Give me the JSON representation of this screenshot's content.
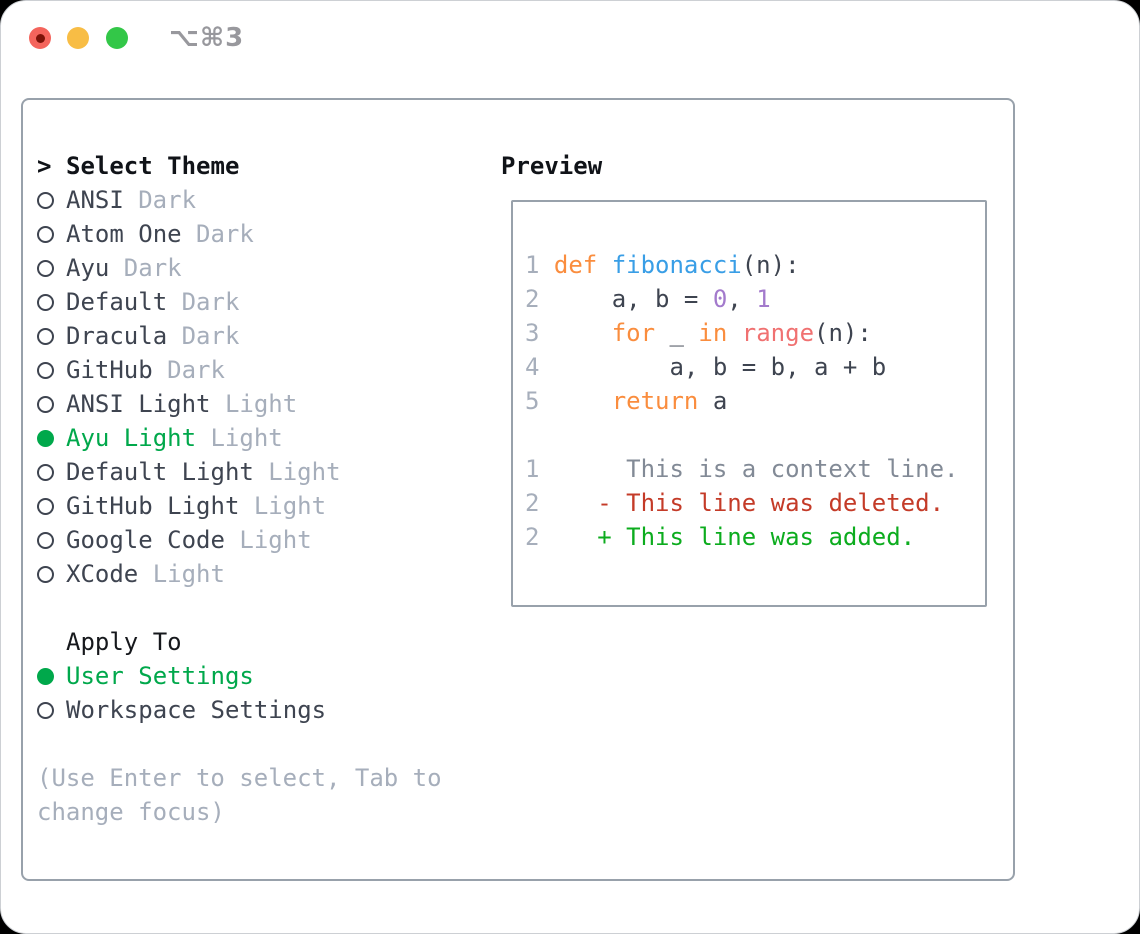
{
  "window": {
    "title": "⌥⌘3"
  },
  "theme_list": {
    "prompt": ">",
    "header": "Select Theme",
    "items": [
      {
        "name": "ANSI",
        "tag": "Dark",
        "selected": false
      },
      {
        "name": "Atom One",
        "tag": "Dark",
        "selected": false
      },
      {
        "name": "Ayu",
        "tag": "Dark",
        "selected": false
      },
      {
        "name": "Default",
        "tag": "Dark",
        "selected": false
      },
      {
        "name": "Dracula",
        "tag": "Dark",
        "selected": false
      },
      {
        "name": "GitHub",
        "tag": "Dark",
        "selected": false
      },
      {
        "name": "ANSI Light",
        "tag": "Light",
        "selected": false
      },
      {
        "name": "Ayu Light",
        "tag": "Light",
        "selected": true
      },
      {
        "name": "Default Light",
        "tag": "Light",
        "selected": false
      },
      {
        "name": "GitHub Light",
        "tag": "Light",
        "selected": false
      },
      {
        "name": "Google Code",
        "tag": "Light",
        "selected": false
      },
      {
        "name": "XCode",
        "tag": "Light",
        "selected": false
      }
    ]
  },
  "apply_to": {
    "header": "Apply To",
    "options": [
      {
        "label": "User Settings",
        "selected": true
      },
      {
        "label": "Workspace Settings",
        "selected": false
      }
    ]
  },
  "hint": "(Use Enter to select, Tab to change focus)",
  "preview": {
    "header": "Preview",
    "lines": [
      {
        "num": "1",
        "tokens": [
          {
            "text": "def ",
            "style": "kw"
          },
          {
            "text": "fibonacci",
            "style": "fn"
          },
          {
            "text": "(n):",
            "style": "pl"
          }
        ]
      },
      {
        "num": "2",
        "tokens": [
          {
            "text": "    a, b = ",
            "style": "pl"
          },
          {
            "text": "0",
            "style": "cn"
          },
          {
            "text": ", ",
            "style": "pl"
          },
          {
            "text": "1",
            "style": "cn"
          }
        ]
      },
      {
        "num": "3",
        "tokens": [
          {
            "text": "    ",
            "style": "pl"
          },
          {
            "text": "for",
            "style": "kw"
          },
          {
            "text": " _ ",
            "style": "pl"
          },
          {
            "text": "in",
            "style": "kw"
          },
          {
            "text": " ",
            "style": "pl"
          },
          {
            "text": "range",
            "style": "mk"
          },
          {
            "text": "(n):",
            "style": "pl"
          }
        ]
      },
      {
        "num": "4",
        "tokens": [
          {
            "text": "        a, b = b, a + b",
            "style": "pl"
          }
        ]
      },
      {
        "num": "5",
        "tokens": [
          {
            "text": "    ",
            "style": "pl"
          },
          {
            "text": "return",
            "style": "kw"
          },
          {
            "text": " a",
            "style": "pl"
          }
        ]
      },
      {
        "num": "",
        "tokens": []
      },
      {
        "num": "1",
        "tokens": [
          {
            "text": "     ",
            "style": "pl"
          },
          {
            "text": "This is a context line.",
            "style": "ctx"
          }
        ]
      },
      {
        "num": "2",
        "tokens": [
          {
            "text": "   ",
            "style": "pl"
          },
          {
            "text": "- This line was deleted.",
            "style": "del"
          }
        ]
      },
      {
        "num": "2",
        "tokens": [
          {
            "text": "   ",
            "style": "pl"
          },
          {
            "text": "+ This line was added.",
            "style": "add"
          }
        ]
      }
    ]
  },
  "colors": {
    "accent_green": "#00a84b",
    "diff_added": "#0cac1e",
    "diff_deleted": "#c43b28",
    "diff_context": "#828a96",
    "muted_gray": "#a6aebb",
    "text_dark": "#3e4450",
    "border_gray": "#98a1ab",
    "syntax_keyword": "#fa8d3e",
    "syntax_function": "#399ee6",
    "syntax_constant": "#a37acc",
    "syntax_markup": "#f07171",
    "traffic_red": "#f4645c",
    "traffic_yellow": "#f8bd45",
    "traffic_green": "#33c748"
  }
}
